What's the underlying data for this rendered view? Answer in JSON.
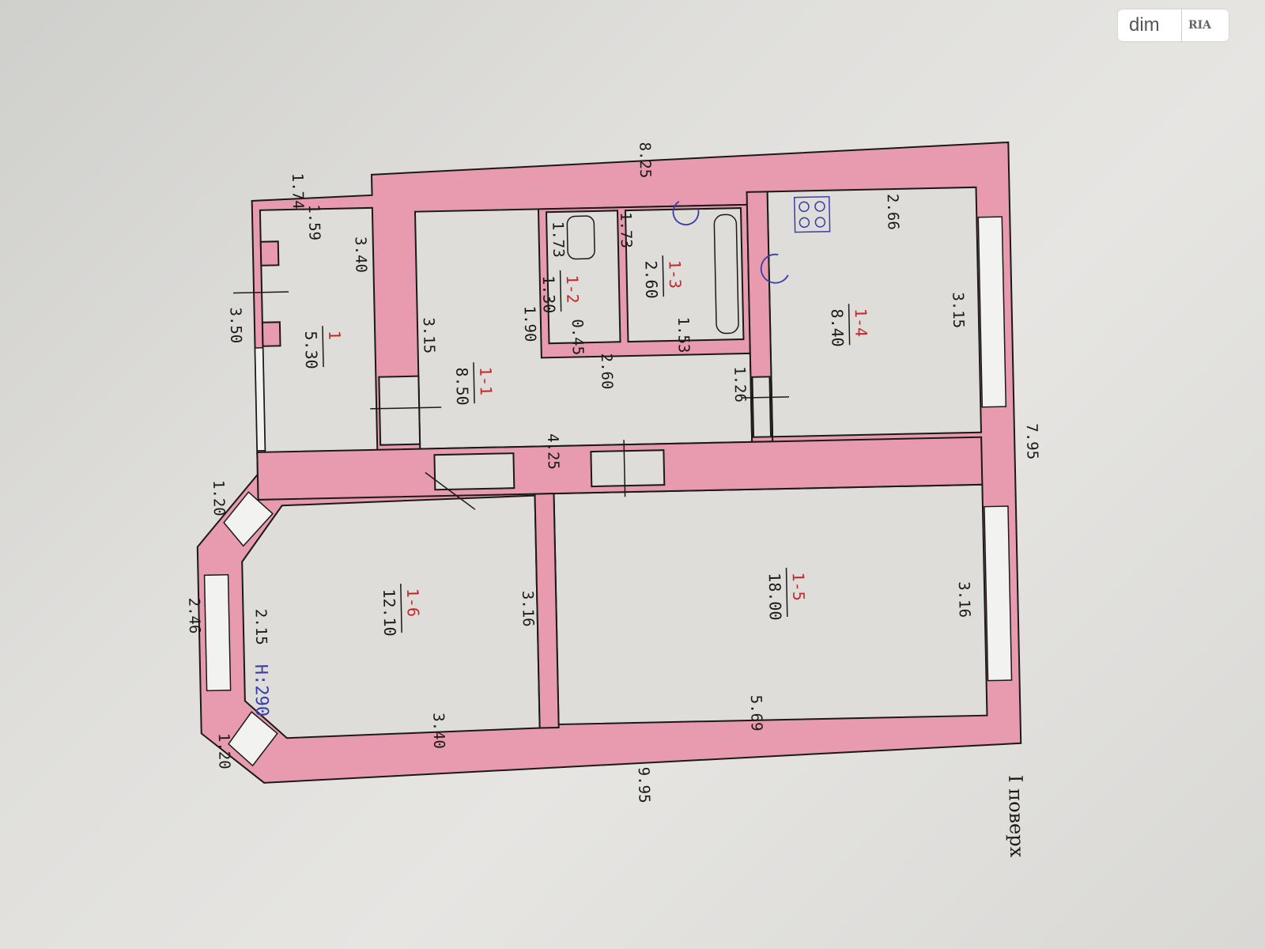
{
  "dims": {
    "top_total": "8.25",
    "top_balcony": "1.74",
    "balcony_inner": "1.59",
    "balcony_depth": "3.40",
    "balcony_side": "3.50",
    "hall_side": "3.15",
    "hall_width": "4.25",
    "toilet_w": "1.73",
    "bath_w": "1.73",
    "hall_niche": "1.90",
    "niche_w": "0.45",
    "bath_len": "1.53",
    "wc_bath_total": "2.60",
    "kitchen_w": "2.66",
    "kitchen_right": "3.15",
    "kitchen_door": "1.26",
    "right_total": "7.95",
    "bay_small_top": "1.20",
    "bay_outer": "2.46",
    "bay_inner": "2.15",
    "bay_small_bottom": "1.20",
    "room6_right": "3.16",
    "room6_bottom": "3.40",
    "room5_bottom": "5.69",
    "room5_right": "3.16",
    "bottom_total": "9.95"
  },
  "rooms": {
    "r1": {
      "id": "1",
      "area": "5.30"
    },
    "r11": {
      "id": "1-1",
      "area": "8.50"
    },
    "r12": {
      "id": "1-2",
      "area": "1.30"
    },
    "r13": {
      "id": "1-3",
      "area": "2.60"
    },
    "r14": {
      "id": "1-4",
      "area": "8.40"
    },
    "r15": {
      "id": "1-5",
      "area": "18.00"
    },
    "r16": {
      "id": "1-6",
      "area": "12.10"
    }
  },
  "height_note": "H:290",
  "floor_label": "I поверх",
  "watermark": {
    "brand": "dim",
    "sub": "RIA"
  },
  "colors": {
    "wall": "#e89aae",
    "room_ids": "#c1282b",
    "paper": "#deddd9"
  }
}
